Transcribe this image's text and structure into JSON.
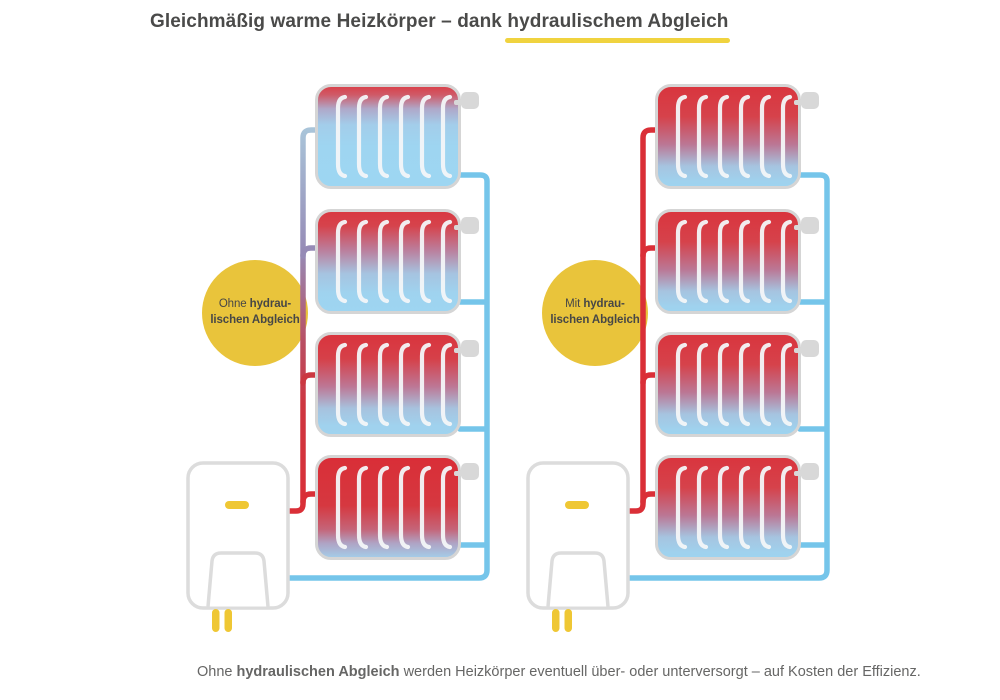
{
  "title": {
    "text_plain": "Gleichmäßig warme Heizkörper – dank",
    "text_highlighted": "hydraulischem Abgleich"
  },
  "caption": {
    "prefix": "Ohne",
    "bold": "hydraulischen Abgleich",
    "suffix": "werden Heizkörper eventuell über- oder unterversorgt – auf Kosten der Effizienz."
  },
  "panels": [
    {
      "id": "without-balancing",
      "badge_prefix": "Ohne",
      "badge_bold_line1": "hydrau-",
      "badge_bold_line2": "lischen Abgleich",
      "supply": "uneven",
      "radiators": [
        "cold",
        "cool",
        "warm",
        "hot"
      ]
    },
    {
      "id": "with-balancing",
      "badge_prefix": "Mit",
      "badge_bold_line1": "hydrau-",
      "badge_bold_line2": "lischen Abgleich",
      "supply": "even",
      "radiators": [
        "balanced",
        "balanced",
        "balanced",
        "balanced"
      ]
    }
  ],
  "colors": {
    "accent_yellow": "#E9C43B",
    "underline_yellow": "#F0D33F",
    "boiler_yellow": "#EFC734",
    "hot_red": "#DA2F37",
    "return_blue": "#75C5EA",
    "outline_grey": "#D5D5D5",
    "text_dark": "#4A4A49",
    "caption_grey": "#666665",
    "supply_gradient_stops": [
      "#A9C4D9",
      "#968BB6",
      "#B94E62",
      "#CE3640",
      "#DA2F37"
    ],
    "supply_stub_colors": [
      "#968BB6",
      "#CB3841",
      "#D92F37"
    ]
  }
}
